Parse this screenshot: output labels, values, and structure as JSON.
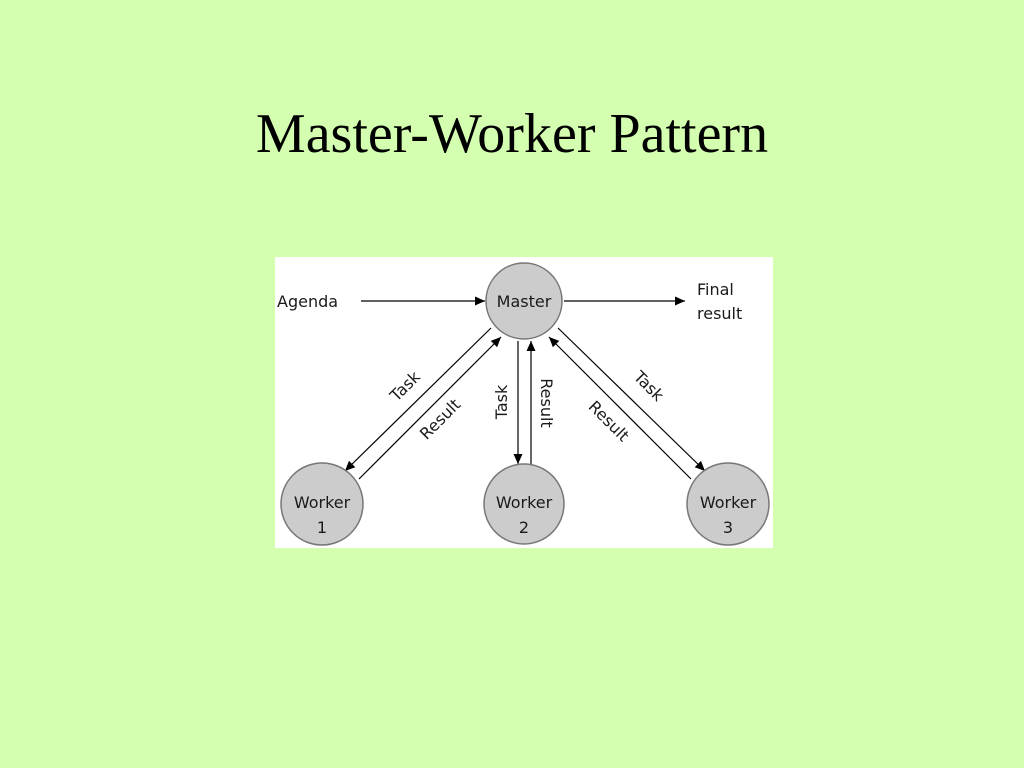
{
  "slide": {
    "title": "Master-Worker Pattern"
  },
  "diagram": {
    "nodes": {
      "master": {
        "label": "Master"
      },
      "worker1": {
        "line1": "Worker",
        "line2": "1"
      },
      "worker2": {
        "line1": "Worker",
        "line2": "2"
      },
      "worker3": {
        "line1": "Worker",
        "line2": "3"
      }
    },
    "inputs": {
      "agenda": "Agenda"
    },
    "outputs": {
      "final_line1": "Final",
      "final_line2": "result"
    },
    "edges": {
      "task": "Task",
      "result": "Result"
    },
    "colors": {
      "background": "#d4ffb0",
      "node_fill": "#cccccc",
      "node_stroke": "#777777",
      "line": "#000000"
    }
  }
}
